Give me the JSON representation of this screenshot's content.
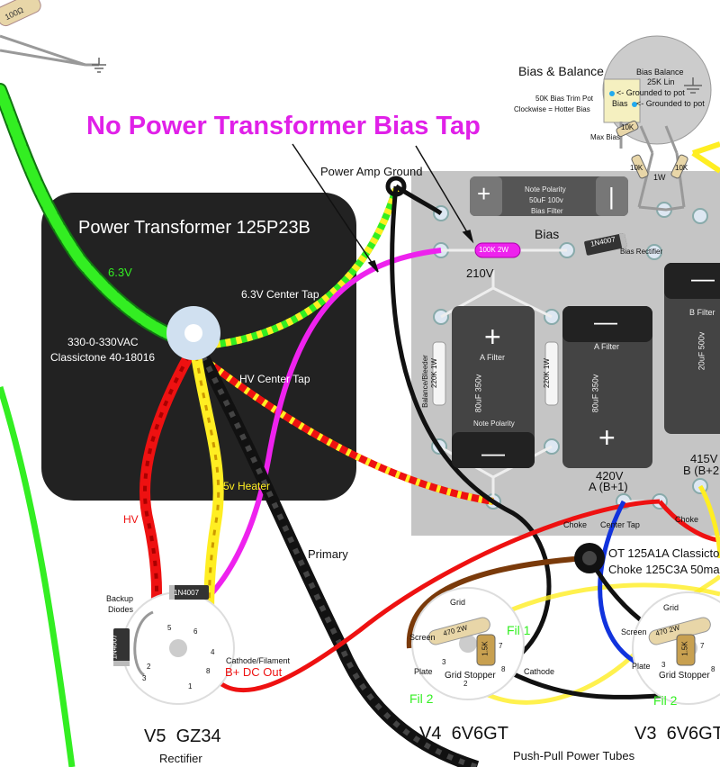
{
  "headline": "No Power Transformer Bias Tap",
  "colors": {
    "headline": "#e020e8",
    "red": "#ee1111",
    "yellow": "#ffee22",
    "green": "#33ee22",
    "magenta": "#ee22ee",
    "black": "#111111",
    "blue": "#1133dd",
    "brown": "#7a3a0a",
    "chassis": "#c5c5c5",
    "transformer": "#222222"
  },
  "bias_section": {
    "title": "Bias & Balance",
    "pot_label": "Bias Balance",
    "pot_value": "25K Lin",
    "grounded_1": "<- Grounded to pot",
    "grounded_2": "<- Grounded to pot",
    "bias_word": "Bias",
    "trim_pot": "50K Bias Trim Pot",
    "clockwise": "Clockwise = Hotter Bias",
    "max_bias": "Max Bias",
    "r10k_a": "10K",
    "r10k_b": "10K",
    "r10k_c": "10K",
    "one_watt": "1W"
  },
  "ground_label": "Power Amp Ground",
  "bias_filter": {
    "line1": "Note Polarity",
    "line2": "50uF 100v",
    "line3": "Bias Filter",
    "plus": "+",
    "minus": "|"
  },
  "bias_label": "Bias",
  "resistor_100k": "100K 2W",
  "diode_1n4007": "1N4007",
  "bias_rectifier": "Bias Rectifier",
  "v210": "210V",
  "a_filter_left": {
    "plus": "+",
    "name": "A Filter",
    "value": "80uF 350v",
    "polarity": "Note Polarity",
    "minus": "—"
  },
  "a_filter_right": {
    "minus": "—",
    "name": "A Filter",
    "value": "80uF 350v",
    "plus": "+"
  },
  "b_filter": {
    "minus": "—",
    "name": "B Filter",
    "value": "20uF 500v"
  },
  "balance_bleeder": "Balance/Bleeder",
  "r220k_a": "220K 1W",
  "r220k_b": "220K 1W",
  "v420": "420V",
  "a_b1": "A (B+1)",
  "v415": "415V",
  "b_b2": "B (B+2",
  "transformer": {
    "title": "Power Transformer 125P23B",
    "v63": "6.3V",
    "center_tap": "6.3V Center Tap",
    "hv_rating": "330-0-330VAC",
    "model": "Classictone 40-18016",
    "hv_center_tap": "HV Center Tap",
    "heater": "5v Heater"
  },
  "hv": "HV",
  "primary": "Primary",
  "choke_a": "Choke",
  "center_tap": "Center Tap",
  "choke_b": "Choke",
  "ot_line1": "OT 125A1A Classicto",
  "ot_line2": "Choke 125C3A 50ma",
  "rectifier": {
    "backup": "Backup",
    "diodes": "Diodes",
    "diode_a": "1N4007",
    "diode_b": "1N4007",
    "cathode": "Cathode/Filament",
    "bdc": "B+ DC Out",
    "name": "V5  GZ34",
    "role": "Rectifier",
    "p5": "5",
    "p3": "3",
    "p8": "8",
    "p6": "6",
    "p2": "2",
    "p1": "1",
    "p4": "4"
  },
  "v4": {
    "grid": "Grid",
    "screen": "Screen",
    "fil1": "Fil 1",
    "fil2": "Fil 2",
    "plate": "Plate",
    "stopper": "Grid Stopper",
    "cathode": "Cathode",
    "r470": "470 2W",
    "r15k": "1.5K",
    "name": "V4  6V6GT",
    "p3": "3",
    "p8": "8",
    "p7": "7",
    "p2": "2"
  },
  "v3": {
    "grid": "Grid",
    "screen": "Screen",
    "plate": "Plate",
    "stopper": "Grid Stopper",
    "fil2": "Fil 2",
    "r470": "470 2W",
    "r15k": "1.5K",
    "name": "V3  6V6GT",
    "p3": "3",
    "p8": "8",
    "p7": "7"
  },
  "push_pull": "Push-Pull Power Tubes",
  "r100_top": "100Ω"
}
